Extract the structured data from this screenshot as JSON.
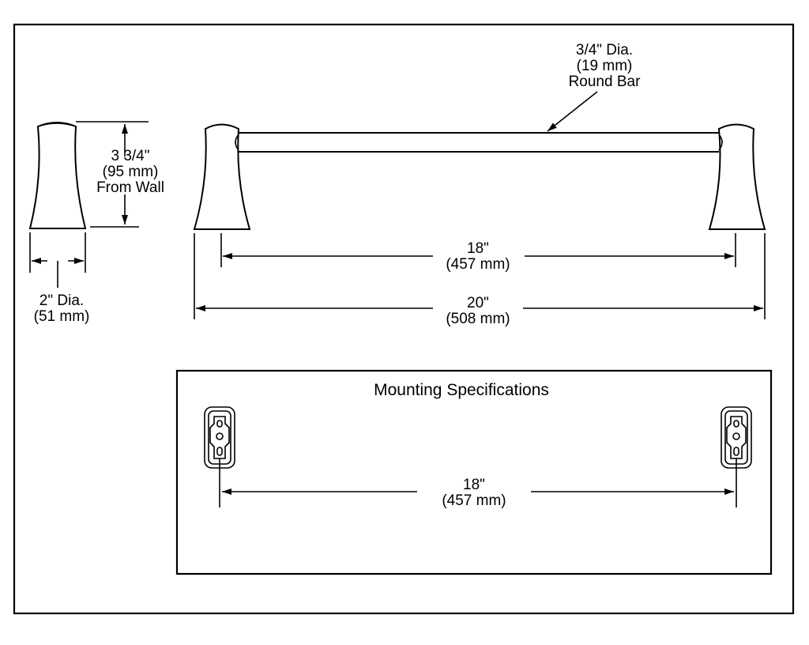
{
  "bar_callout": {
    "line1": "3/4\" Dia.",
    "line2": "(19 mm)",
    "line3": "Round Bar"
  },
  "projection": {
    "line1": "3 3/4\"",
    "line2": "(95 mm)",
    "line3": "From Wall"
  },
  "post_diameter": {
    "line1": "2\" Dia.",
    "line2": "(51 mm)"
  },
  "inner_span": {
    "line1": "18\"",
    "line2": "(457 mm)"
  },
  "overall_length": {
    "line1": "20\"",
    "line2": "(508 mm)"
  },
  "mounting": {
    "title": "Mounting Specifications",
    "span_line1": "18\"",
    "span_line2": "(457 mm)"
  }
}
